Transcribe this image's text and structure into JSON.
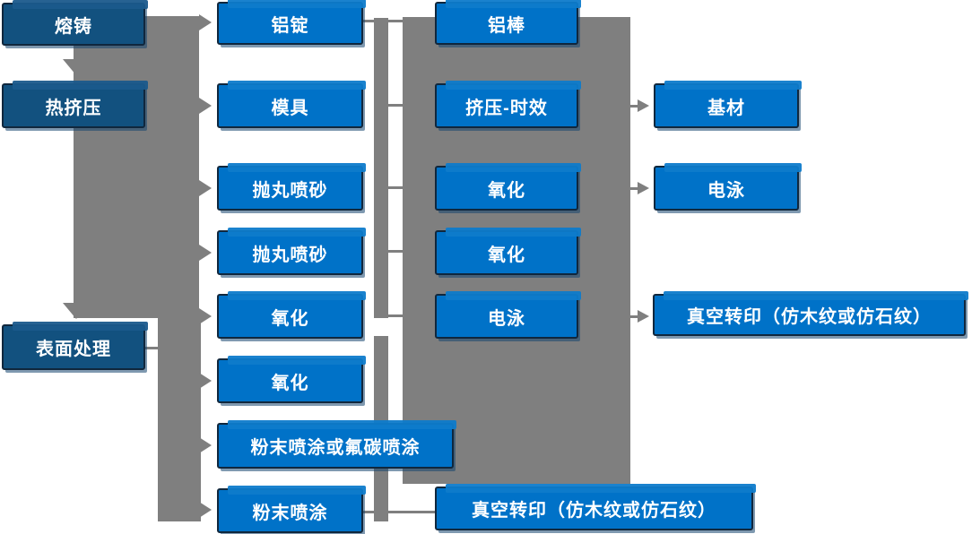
{
  "diagram": {
    "title": "",
    "type": "process-flowchart",
    "colors": {
      "stage_box": "#12517F",
      "step_box": "#0072C8",
      "connector": "#7F7F7F",
      "box_border": "#10273D",
      "text": "#FFFFFF",
      "background": "#FFFFFF"
    },
    "nodes": {
      "melting": "熔铸",
      "hot_extrusion": "热挤压",
      "surface_treatment": "表面处理",
      "aluminum_ingot": "铝锭",
      "mold": "模具",
      "shot_blasting_1": "抛丸喷砂",
      "shot_blasting_2": "抛丸喷砂",
      "oxidation_1": "氧化",
      "oxidation_2": "氧化",
      "powder_or_fluorocarbon": "粉末喷涂或氟碳喷涂",
      "powder_coating": "粉末喷涂",
      "aluminum_rod": "铝棒",
      "extrusion_aging": "挤压-时效",
      "oxidation_3": "氧化",
      "oxidation_4": "氧化",
      "electrophoresis_mid": "电泳",
      "vacuum_transfer_bottom": "真空转印（仿木纹或仿石纹）",
      "substrate": "基材",
      "electrophoresis_right": "电泳",
      "vacuum_transfer_right": "真空转印（仿木纹或仿石纹）"
    },
    "edges": [
      {
        "from": "melting",
        "to": "aluminum_ingot"
      },
      {
        "from": "melting",
        "to": "hot_extrusion"
      },
      {
        "from": "hot_extrusion",
        "to": "mold"
      },
      {
        "from": "hot_extrusion",
        "to": "shot_blasting_1"
      },
      {
        "from": "hot_extrusion",
        "to": "shot_blasting_2"
      },
      {
        "from": "hot_extrusion",
        "to": "oxidation_1"
      },
      {
        "from": "hot_extrusion",
        "to": "surface_treatment"
      },
      {
        "from": "surface_treatment",
        "to": "oxidation_2"
      },
      {
        "from": "surface_treatment",
        "to": "powder_or_fluorocarbon"
      },
      {
        "from": "surface_treatment",
        "to": "powder_coating"
      },
      {
        "from": "aluminum_ingot",
        "to": "aluminum_rod"
      },
      {
        "from": "extrusion_aging",
        "to": "substrate"
      },
      {
        "from": "oxidation_3",
        "to": "electrophoresis_right"
      },
      {
        "from": "electrophoresis_mid",
        "to": "vacuum_transfer_right"
      },
      {
        "from": "powder_coating",
        "to": "vacuum_transfer_bottom"
      }
    ]
  }
}
